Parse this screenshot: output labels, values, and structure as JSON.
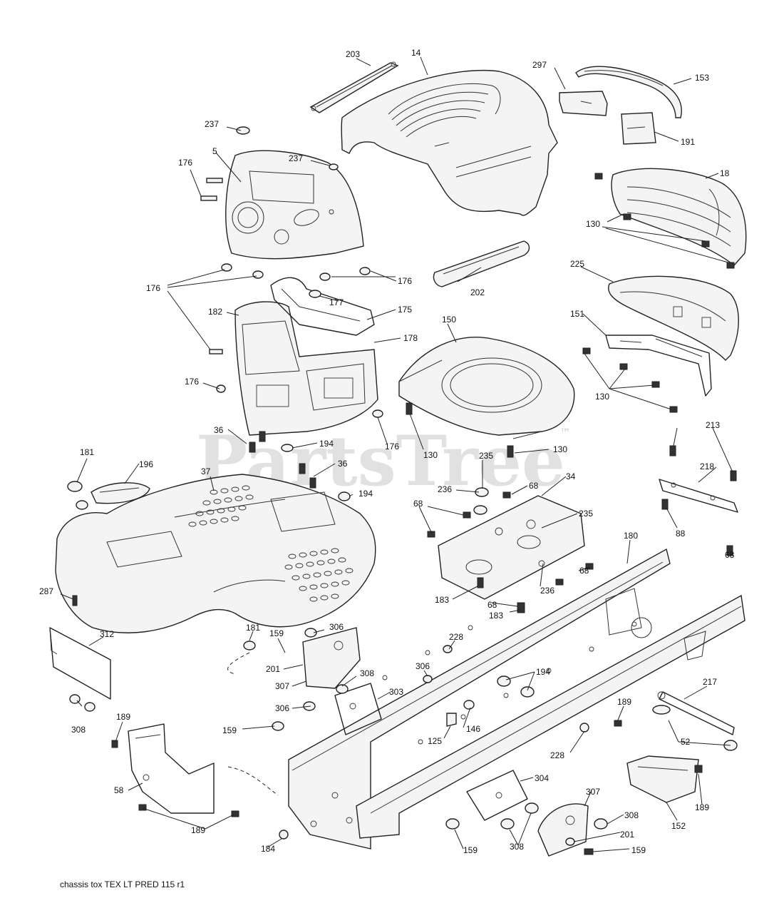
{
  "watermark": {
    "brand": "PartsTree",
    "trademark": "™"
  },
  "footer": {
    "caption": "chassis tox  TEX LT PRED  115  r1"
  },
  "callouts": {
    "c203": "203",
    "c14": "14",
    "c297": "297",
    "c153": "153",
    "c191": "191",
    "c237a": "237",
    "c237b": "237",
    "c5": "5",
    "c176a": "176",
    "c18": "18",
    "c130a": "130",
    "c202": "202",
    "c225": "225",
    "c176b": "176",
    "c176c": "176",
    "c177": "177",
    "c182": "182",
    "c175": "175",
    "c178": "178",
    "c150": "150",
    "c151": "151",
    "c130b": "130",
    "c176d": "176",
    "c176e": "176",
    "c36a": "36",
    "c194a": "194",
    "c130c": "130",
    "c130d": "130",
    "c235a": "235",
    "c213": "213",
    "c181a": "181",
    "c196": "196",
    "c37": "37",
    "c36b": "36",
    "c236a": "236",
    "c68a": "68",
    "c34": "34",
    "c218": "218",
    "c68b": "68",
    "c194b": "194",
    "c235b": "235",
    "c88": "88",
    "c180": "180",
    "c68c": "68",
    "c236b": "236",
    "c68d": "68",
    "c287": "287",
    "c183a": "183",
    "c68e": "68",
    "c183b": "183",
    "c312": "312",
    "c181b": "181",
    "c159a": "159",
    "c306a": "306",
    "c228a": "228",
    "c201a": "201",
    "c307a": "307",
    "c308a": "308",
    "c306b": "306",
    "c194c": "194",
    "c303": "303",
    "c217": "217",
    "c308b": "308",
    "c306c": "306",
    "c146": "146",
    "c189a": "189",
    "c159b": "159",
    "c125": "125",
    "c52": "52",
    "c228b": "228",
    "c189b": "189",
    "c58": "58",
    "c304": "304",
    "c307b": "307",
    "c189c": "189",
    "c152": "152",
    "c308c": "308",
    "c201b": "201",
    "c189d": "189",
    "c184": "184",
    "c159c": "159",
    "c308d": "308",
    "c159d": "159"
  }
}
